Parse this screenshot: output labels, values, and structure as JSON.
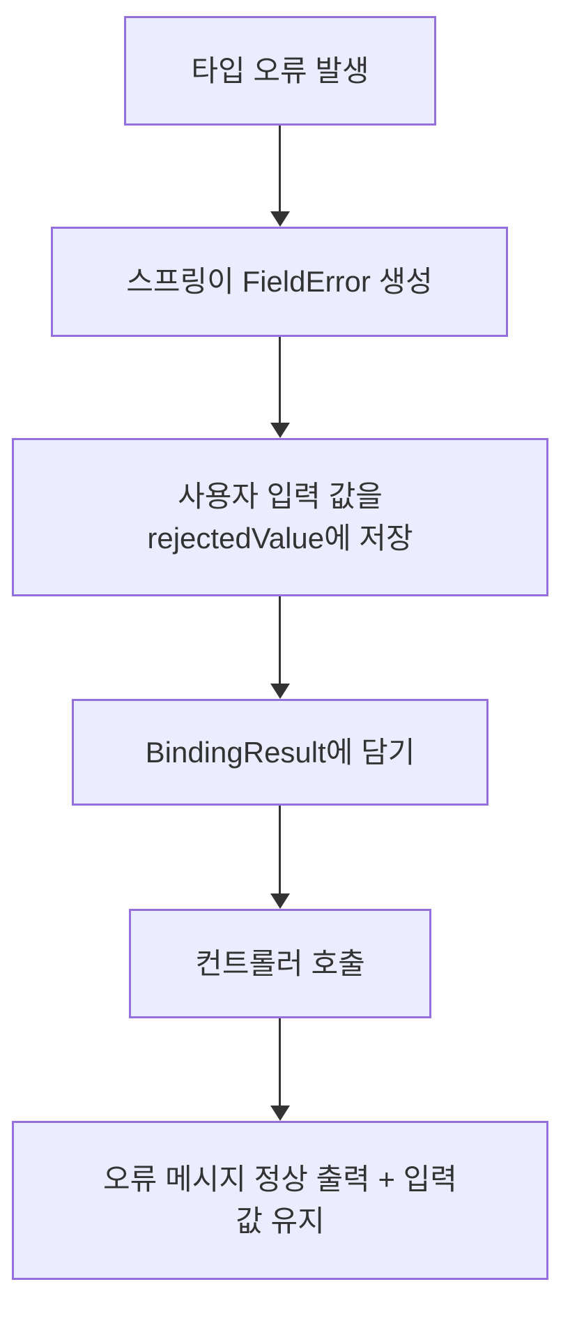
{
  "diagram": {
    "type": "flowchart",
    "direction": "top-down",
    "colors": {
      "background": "#ffffff",
      "node_fill": "#ECECFF",
      "node_border": "#9370DB",
      "text_color": "#333333",
      "arrow_color": "#333333"
    },
    "nodes": [
      {
        "id": "type-error",
        "label": "타입 오류 발생"
      },
      {
        "id": "fielderror-created",
        "label": "스프링이 FieldError 생성"
      },
      {
        "id": "rejectedvalue-store",
        "label": "사용자 입력 값을\nrejectedValue에 저장"
      },
      {
        "id": "bindingresult-put",
        "label": "BindingResult에 담기"
      },
      {
        "id": "controller-call",
        "label": "컨트롤러 호출"
      },
      {
        "id": "result-output",
        "label": "오류 메시지 정상 출력 + 입력\n값 유지"
      }
    ],
    "edges": [
      {
        "from": "type-error",
        "to": "fielderror-created"
      },
      {
        "from": "fielderror-created",
        "to": "rejectedvalue-store"
      },
      {
        "from": "rejectedvalue-store",
        "to": "bindingresult-put"
      },
      {
        "from": "bindingresult-put",
        "to": "controller-call"
      },
      {
        "from": "controller-call",
        "to": "result-output"
      }
    ]
  }
}
